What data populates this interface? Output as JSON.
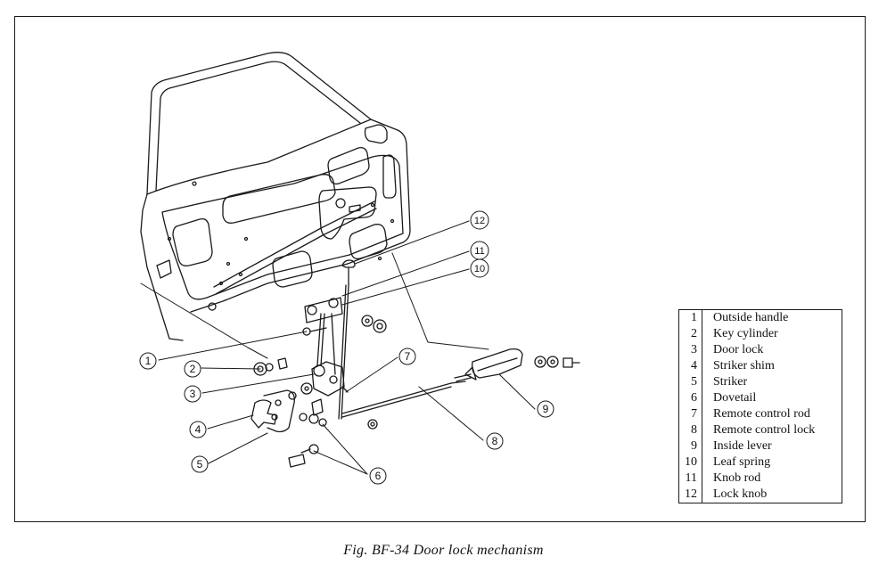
{
  "callouts": [
    {
      "num": "1",
      "label": "Outside handle"
    },
    {
      "num": "2",
      "label": "Key cylinder"
    },
    {
      "num": "3",
      "label": "Door lock"
    },
    {
      "num": "4",
      "label": "Striker shim"
    },
    {
      "num": "5",
      "label": "Striker"
    },
    {
      "num": "6",
      "label": "Dovetail"
    },
    {
      "num": "7",
      "label": "Remote control rod"
    },
    {
      "num": "8",
      "label": "Remote control lock"
    },
    {
      "num": "9",
      "label": "Inside lever"
    },
    {
      "num": "10",
      "label": "Leaf spring"
    },
    {
      "num": "11",
      "label": "Knob rod"
    },
    {
      "num": "12",
      "label": "Lock knob"
    }
  ],
  "caption": "Fig. BF-34  Door lock mechanism"
}
